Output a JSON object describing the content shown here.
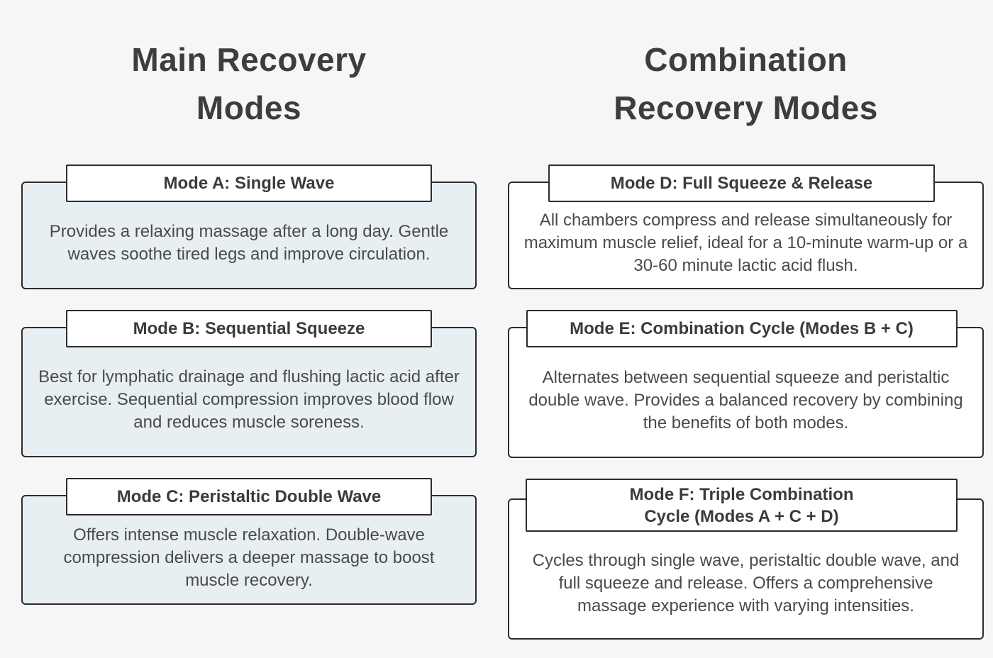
{
  "page": {
    "background_color": "#f6f6f6",
    "border_color": "#2b2b30",
    "left_card_fill": "#e8eff2",
    "right_card_fill": "#ffffff",
    "heading_color": "#3d3d3f",
    "body_text_color": "#4a4a4a"
  },
  "columns": [
    {
      "heading": "Main Recovery\nModes",
      "cards": [
        {
          "title": "Mode A: Single Wave",
          "description": "Provides a relaxing massage after a long day. Gentle waves soothe tired legs and improve circulation."
        },
        {
          "title": "Mode B: Sequential Squeeze",
          "description": "Best for lymphatic drainage and flushing lactic acid after exercise. Sequential compression improves blood flow and reduces muscle soreness."
        },
        {
          "title": "Mode C: Peristaltic Double Wave",
          "description": "Offers intense muscle relaxation. Double-wave compression delivers a deeper massage to boost muscle recovery."
        }
      ]
    },
    {
      "heading": "Combination\nRecovery Modes",
      "cards": [
        {
          "title": "Mode D: Full Squeeze & Release",
          "description": "All chambers compress and release simultaneously for maximum muscle relief, ideal for a 10-minute warm-up or a 30-60 minute lactic acid flush."
        },
        {
          "title": "Mode E: Combination Cycle (Modes B + C)",
          "description": "Alternates between sequential squeeze and peristaltic double wave. Provides a balanced recovery by combining the benefits of both modes."
        },
        {
          "title": "Mode F: Triple Combination\nCycle (Modes A + C + D)",
          "description": "Cycles through single wave, peristaltic double wave, and full squeeze and release. Offers a comprehensive massage experience with varying intensities."
        }
      ]
    }
  ]
}
